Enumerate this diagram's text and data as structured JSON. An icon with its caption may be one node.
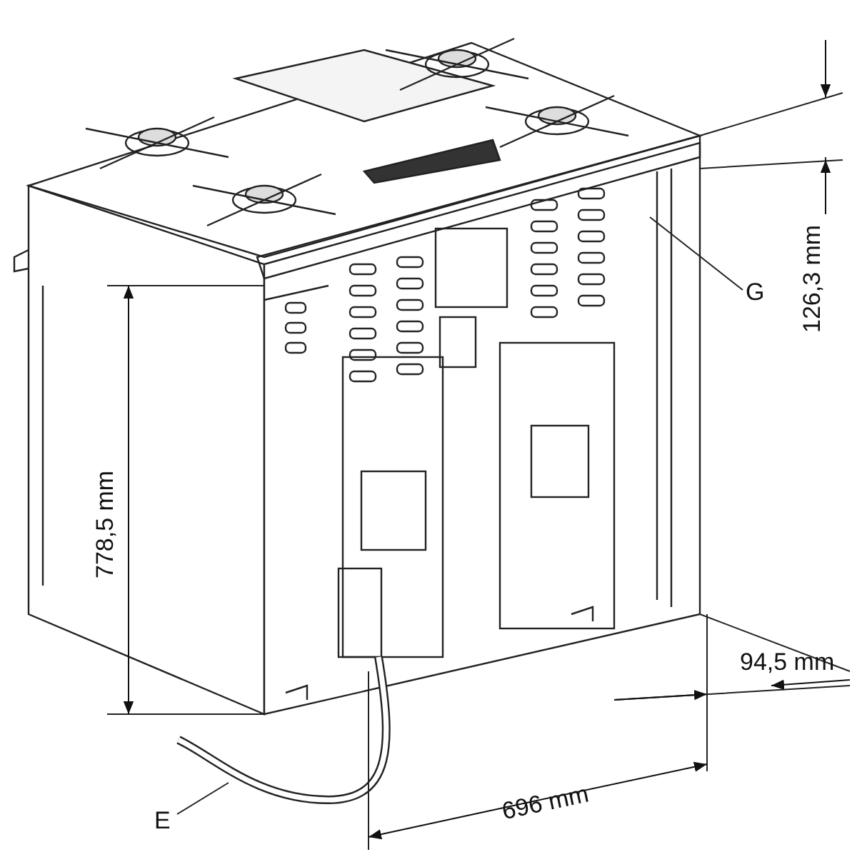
{
  "diagram": {
    "nodes": [
      {
        "text": [
          "G"
        ]
      },
      {
        "text": [
          "E"
        ]
      }
    ],
    "edges": [
      {
        "from": 0,
        "to": null,
        "arrow": "none"
      },
      {
        "from": 1,
        "to": null,
        "arrow": "none"
      }
    ],
    "labels": [
      "126,3 mm",
      "778,5 mm",
      "94,5 mm",
      "696 mm"
    ]
  }
}
